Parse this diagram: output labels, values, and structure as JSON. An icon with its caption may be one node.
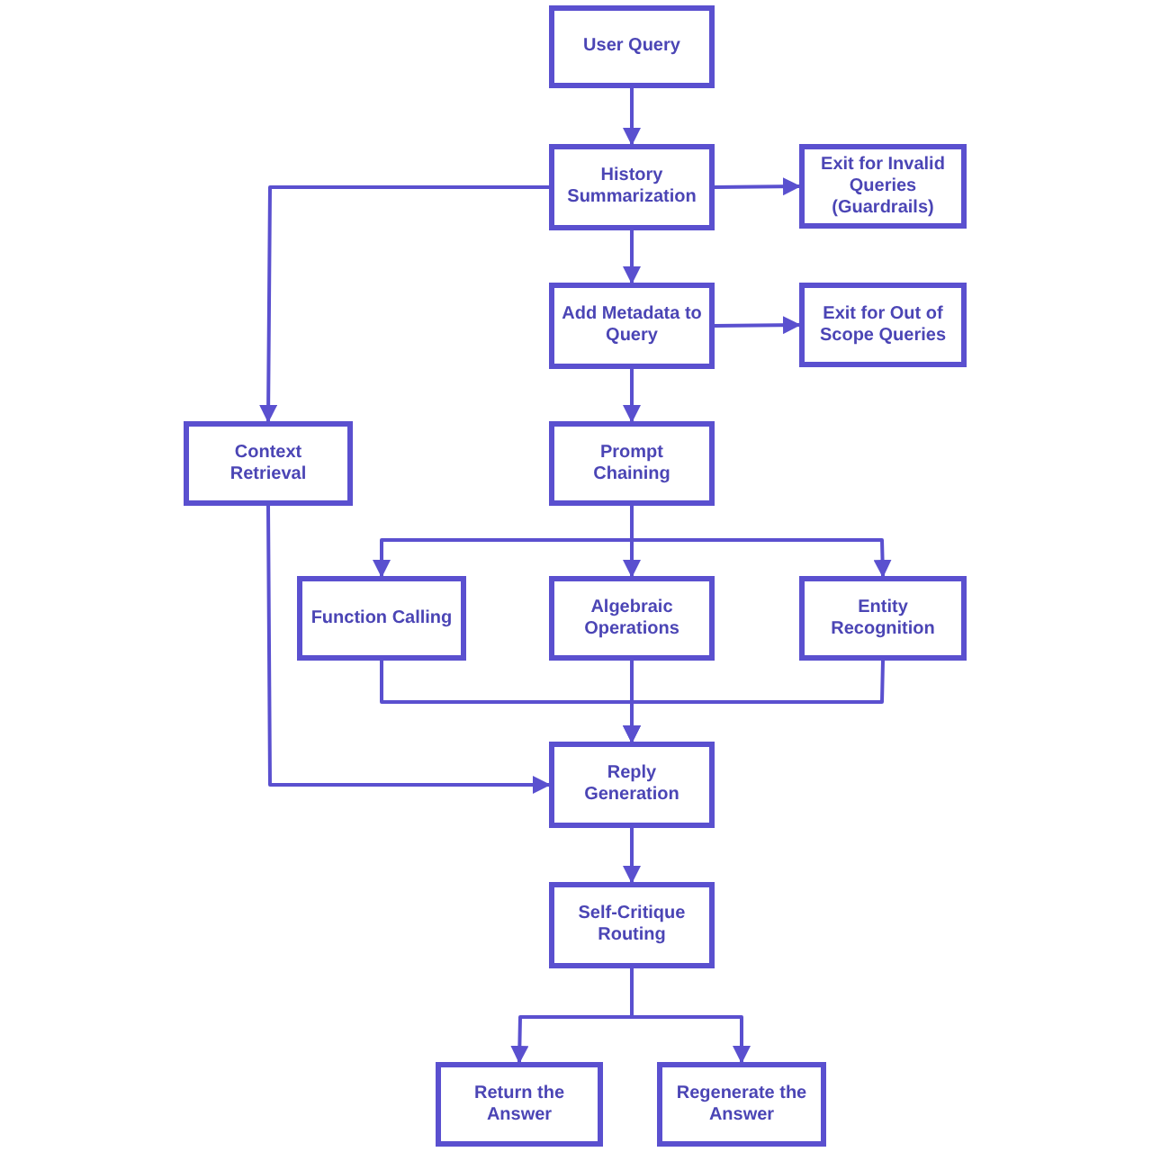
{
  "diagram": {
    "nodes": [
      {
        "text": [
          "User Query"
        ]
      },
      {
        "text": [
          "History Summarization"
        ]
      },
      {
        "text": [
          "Exit for Invalid Queries (Guardrails)"
        ]
      },
      {
        "text": [
          "Add Metadata to Query"
        ]
      },
      {
        "text": [
          "Exit for Out of Scope Queries"
        ]
      },
      {
        "text": [
          "Context Retrieval"
        ]
      },
      {
        "text": [
          "Prompt Chaining"
        ]
      },
      {
        "text": [
          "Function Calling"
        ]
      },
      {
        "text": [
          "Algebraic Operations"
        ]
      },
      {
        "text": [
          "Entity Recognition"
        ]
      },
      {
        "text": [
          "Reply Generation"
        ]
      },
      {
        "text": [
          "Self-Critique Routing"
        ]
      },
      {
        "text": [
          "Return the Answer"
        ]
      },
      {
        "text": [
          "Regenerate the Answer"
        ]
      }
    ],
    "edges": [
      {
        "from": 0,
        "to": 1,
        "arrow": "to"
      },
      {
        "from": 1,
        "to": 2,
        "arrow": "to"
      },
      {
        "from": 1,
        "to": 3,
        "arrow": "to"
      },
      {
        "from": 1,
        "to": 5,
        "arrow": "to"
      },
      {
        "from": 3,
        "to": 4,
        "arrow": "to"
      },
      {
        "from": 3,
        "to": 6,
        "arrow": "to"
      },
      {
        "from": 6,
        "to": 7,
        "arrow": "to"
      },
      {
        "from": 6,
        "to": 8,
        "arrow": "to"
      },
      {
        "from": 6,
        "to": 9,
        "arrow": "to"
      },
      {
        "from": 7,
        "to": 10,
        "arrow": "to"
      },
      {
        "from": 8,
        "to": 10,
        "arrow": "to"
      },
      {
        "from": 9,
        "to": 10,
        "arrow": "to"
      },
      {
        "from": 5,
        "to": 10,
        "arrow": "to"
      },
      {
        "from": 10,
        "to": 11,
        "arrow": "to"
      },
      {
        "from": 11,
        "to": 12,
        "arrow": "to"
      },
      {
        "from": 11,
        "to": 13,
        "arrow": "to"
      }
    ]
  }
}
